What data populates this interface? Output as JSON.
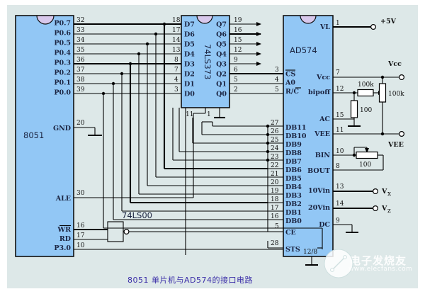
{
  "diagram": {
    "caption": "8051  单片机与AD574的接口电路",
    "background_color": "#dde8e8",
    "chip_fill": "#92c7f5",
    "chip_stroke": "#101010",
    "notch_fill": "#d8c8ec",
    "wire_color": "#000000",
    "caption_color": "#3b2ea8",
    "watermark": {
      "brand": "电子发烧友",
      "url": "www.elecfans.com"
    }
  },
  "chips": [
    {
      "id": "u1",
      "name": "8051",
      "label": "8051",
      "pins_left": [],
      "pins_right": [
        {
          "label": "P0.7",
          "number": "32"
        },
        {
          "label": "P0.6",
          "number": "33"
        },
        {
          "label": "P0.5",
          "number": "34"
        },
        {
          "label": "P0.4",
          "number": "35"
        },
        {
          "label": "P0.3",
          "number": "36"
        },
        {
          "label": "P0.2",
          "number": "37"
        },
        {
          "label": "P0.1",
          "number": "38"
        },
        {
          "label": "P0.0",
          "number": "39"
        },
        {
          "label": "GND",
          "number": "20"
        },
        {
          "label": "ALE",
          "number": "30"
        },
        {
          "label": "WR",
          "number": "16",
          "overline": true
        },
        {
          "label": "RD",
          "number": "17"
        },
        {
          "label": "P3.0",
          "number": "10"
        }
      ]
    },
    {
      "id": "u2",
      "name": "74LS373",
      "label": "74LS373",
      "pins_left": [
        {
          "label": "D7",
          "number": "18"
        },
        {
          "label": "D6",
          "number": "17"
        },
        {
          "label": "D5",
          "number": "14"
        },
        {
          "label": "D4",
          "number": "13"
        },
        {
          "label": "D3",
          "number": "8"
        },
        {
          "label": "D2",
          "number": "7"
        },
        {
          "label": "D1",
          "number": "4"
        },
        {
          "label": "D0",
          "number": "3"
        }
      ],
      "pins_right": [
        {
          "label": "Q7",
          "number": "19"
        },
        {
          "label": "Q6",
          "number": "16"
        },
        {
          "label": "Q5",
          "number": "15"
        },
        {
          "label": "Q4",
          "number": "12"
        },
        {
          "label": "Q3",
          "number": "9"
        },
        {
          "label": "Q2",
          "number": "6"
        },
        {
          "label": "Q1",
          "number": "5"
        },
        {
          "label": "Q0",
          "number": "2"
        }
      ],
      "pins_bottom": [
        {
          "number": "11"
        },
        {
          "number": "1"
        }
      ]
    },
    {
      "id": "u3",
      "name": "AD574",
      "label": "AD574",
      "pins_left": [
        {
          "label": "CS",
          "number": "3",
          "overline": true
        },
        {
          "label": "A0",
          "number": "4"
        },
        {
          "label": "R/C",
          "number": "5",
          "overline_part": "C"
        },
        {
          "label": "DB11",
          "number": "27"
        },
        {
          "label": "DB10",
          "number": "26"
        },
        {
          "label": "DB9",
          "number": "25"
        },
        {
          "label": "DB8",
          "number": "24"
        },
        {
          "label": "DB7",
          "number": "23"
        },
        {
          "label": "DB6",
          "number": "22"
        },
        {
          "label": "DB5",
          "number": "21"
        },
        {
          "label": "DB4",
          "number": "20"
        },
        {
          "label": "DB3",
          "number": "19"
        },
        {
          "label": "DB2",
          "number": "18"
        },
        {
          "label": "DB1",
          "number": "17"
        },
        {
          "label": "DB0",
          "number": "16"
        },
        {
          "label": "CE",
          "number": "5"
        },
        {
          "label": "STS",
          "number": "28"
        }
      ],
      "pins_right": [
        {
          "label": "VL",
          "number": "1"
        },
        {
          "label": "Vcc",
          "number": "7"
        },
        {
          "label": "bipoff",
          "number": "12"
        },
        {
          "label": "AC",
          "number": "15"
        },
        {
          "label": "VEE",
          "number": "11"
        },
        {
          "label": "BIN",
          "number": "10"
        },
        {
          "label": "BOUT",
          "number": "8"
        },
        {
          "label": "10Vin",
          "number": "13"
        },
        {
          "label": "20Vin",
          "number": "14"
        },
        {
          "label": "DC",
          "number": "9"
        }
      ],
      "pins_bottom": [
        {
          "label": "12/8",
          "overline_part": "8"
        }
      ]
    },
    {
      "id": "u4",
      "name": "74LS00",
      "label": "74LS00"
    }
  ],
  "components": [
    {
      "id": "r1",
      "type": "resistor",
      "value": "100k",
      "orientation": "horizontal"
    },
    {
      "id": "r2",
      "type": "resistor",
      "value": "100k",
      "orientation": "vertical"
    },
    {
      "id": "r3",
      "type": "resistor",
      "value": "100",
      "orientation": "vertical"
    },
    {
      "id": "r4",
      "type": "potentiometer",
      "value": "100",
      "orientation": "horizontal"
    }
  ],
  "nets": [
    {
      "id": "n1",
      "label": "+5V"
    },
    {
      "id": "n2",
      "label": "Vcc"
    },
    {
      "id": "n3",
      "label": "VEE"
    },
    {
      "id": "n4",
      "label": "Vx"
    },
    {
      "id": "n5",
      "label": "Vz"
    }
  ]
}
